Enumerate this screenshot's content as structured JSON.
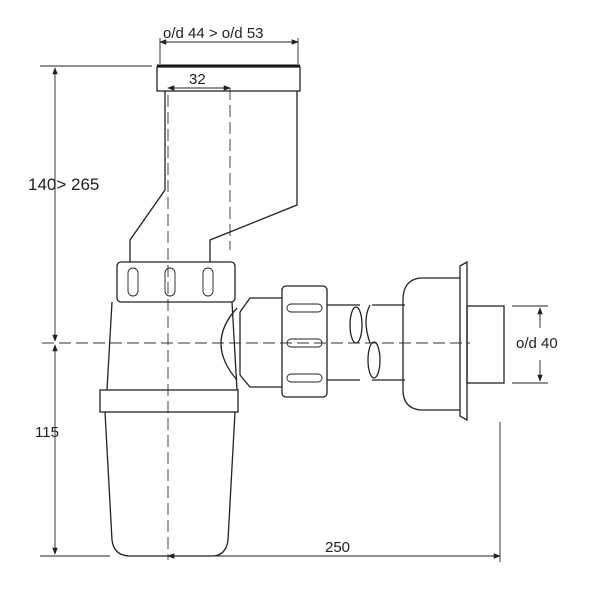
{
  "title": "Bottle trap dimension drawing",
  "labels": {
    "inlet_diameter": "o/d 44 > o/d 53",
    "offset": "32",
    "height_range": "140> 265",
    "outlet_diameter": "o/d 40",
    "base_height": "115",
    "projection": "250"
  },
  "colors": {
    "line": "#222222",
    "background": "#ffffff"
  }
}
